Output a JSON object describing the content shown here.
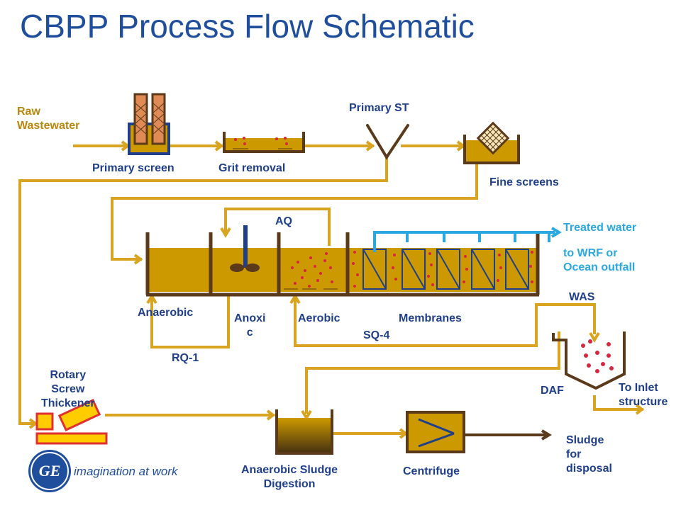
{
  "title": "CBPP Process Flow Schematic",
  "colors": {
    "pipe": "#d9a520",
    "tank_fill": "#cc9900",
    "wall": "#5a3a1a",
    "title": "#1f4e9c",
    "treated_water": "#2aa8e0",
    "dot": "#d7263d"
  },
  "labels": {
    "raw_wastewater": "Raw\nWastewater",
    "primary_screen": "Primary screen",
    "grit_removal": "Grit removal",
    "primary_st": "Primary ST",
    "fine_screens": "Fine screens",
    "aq": "AQ",
    "treated_water": "Treated water",
    "to_wrf": "to WRF or\nOcean outfall",
    "was": "WAS",
    "anaerobic": "Anaerobic",
    "anoxic": "Anoxi\nc",
    "aerobic": "Aerobic",
    "membranes": "Membranes",
    "sq4": "SQ-4",
    "rq1": "RQ-1",
    "rotary_screw_thickener": "Rotary\nScrew\nThickener",
    "daf": "DAF",
    "to_inlet": "To Inlet\nstructure",
    "anaerobic_sludge_digestion": "Anaerobic Sludge\nDigestion",
    "centrifuge": "Centrifuge",
    "sludge_for_disposal": "Sludge\nfor\ndisposal"
  },
  "logo": {
    "tagline": "imagination at work",
    "icon": "ge-logo-icon"
  }
}
